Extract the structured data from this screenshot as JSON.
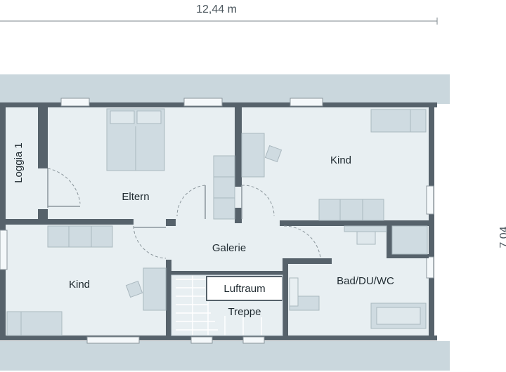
{
  "plan": {
    "width_dimension": "12,44 m",
    "side_dimension": "7,04",
    "rooms": {
      "loggia": "Loggia 1",
      "eltern": "Eltern",
      "kind_top": "Kind",
      "galerie": "Galerie",
      "kind_bottom": "Kind",
      "bad": "Bad/DU/WC",
      "luftraum": "Luftraum",
      "treppe": "Treppe"
    }
  },
  "colors": {
    "wall": "#56626b",
    "floor": "#e8eff2",
    "roof": "#cad7dd",
    "furniture": "#cfdbe1"
  }
}
